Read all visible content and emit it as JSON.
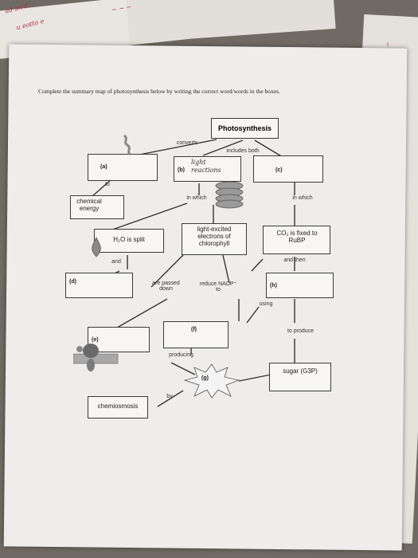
{
  "page": {
    "instruction": "Complete the summary map of photosynthesis below by writing the correct word/words in the boxes."
  },
  "map": {
    "title": "Photosynthesis",
    "converts": "converts",
    "includes_both": "includes both",
    "box_a": "(a)",
    "box_b": "(b)",
    "box_b_answer": "light reactions",
    "box_c": "(c)",
    "to": "to",
    "chemical_energy": "chemical energy",
    "in_which_left": "in which",
    "in_which_right": "in which",
    "h2o_split": "H₂O is split",
    "light_excited": "light-excited electrons of chlorophyll",
    "co2_fixed": "CO₂ is fixed to RuBP",
    "and": "and",
    "and_then": "and then",
    "box_d": "(d)",
    "are_passed_down": "are passed down",
    "reduce_nadp": "reduce NADP⁺ to",
    "box_h": "(h)",
    "using": "using",
    "box_e": "(e)",
    "box_f": "(f)",
    "to_produce": "to produce",
    "producing": "producing",
    "box_g": "(g)",
    "sugar": "sugar (G3P)",
    "by": "by",
    "chemiosmosis": "chemiosmosis"
  },
  "colors": {
    "ink_annotation": "#b32c3a",
    "paper": "#efedeb"
  }
}
